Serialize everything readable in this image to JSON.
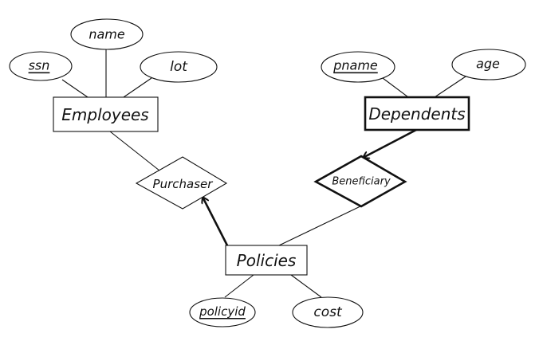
{
  "entities": {
    "employees": "Employees",
    "dependents": "Dependents",
    "policies": "Policies"
  },
  "relationships": {
    "purchaser": "Purchaser",
    "beneficiary": "Beneficiary"
  },
  "attributes": {
    "name": "name",
    "ssn": "ssn",
    "lot": "lot",
    "pname": "pname",
    "age": "age",
    "policyid": "policyid",
    "cost": "cost"
  }
}
